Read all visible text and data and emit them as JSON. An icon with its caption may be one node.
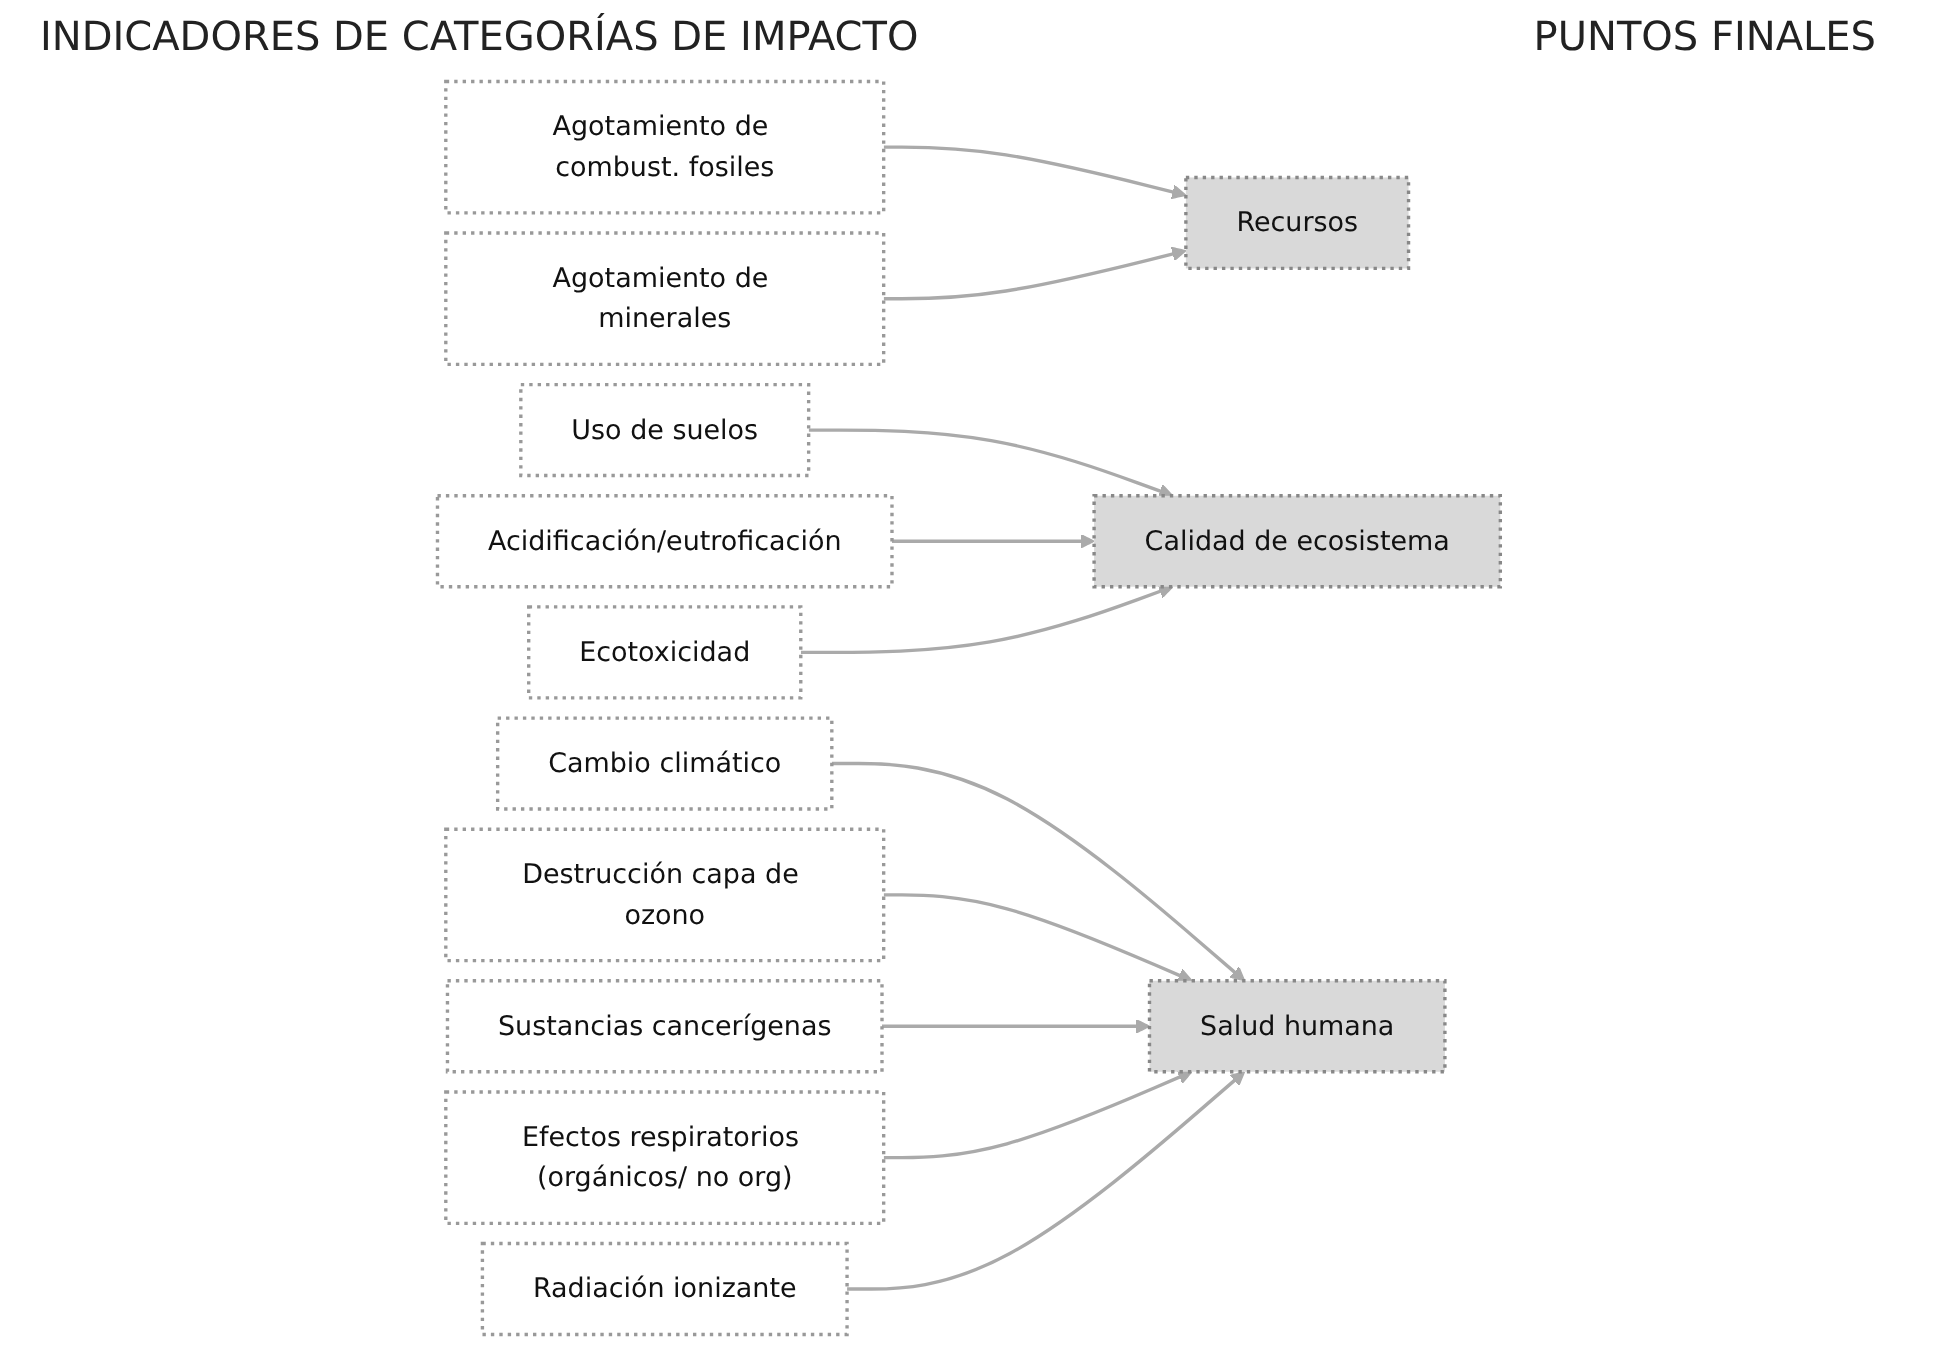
{
  "diagram": {
    "nodes": [
      {
        "text": [
          "Agotamiento de combust. fosiles"
        ]
      },
      {
        "text": [
          "Agotamiento de minerales"
        ]
      },
      {
        "text": [
          "Uso de suelos"
        ]
      },
      {
        "text": [
          "Acidificación/eutroficación"
        ]
      },
      {
        "text": [
          "Ecotoxicidad"
        ]
      },
      {
        "text": [
          "Cambio climático"
        ]
      },
      {
        "text": [
          "Destrucción capa de ozono"
        ]
      },
      {
        "text": [
          "Sustancias cancerígenas"
        ]
      },
      {
        "text": [
          "Efectos respiratorios (orgánicos/ no org)"
        ]
      },
      {
        "text": [
          "Radiación ionizante"
        ]
      },
      {
        "text": [
          "Recursos"
        ]
      },
      {
        "text": [
          "Calidad de ecosistema"
        ]
      },
      {
        "text": [
          "Salud humana"
        ]
      }
    ],
    "edges": [
      {
        "from": 0,
        "to": 10,
        "arrow": "to"
      },
      {
        "from": 1,
        "to": 10,
        "arrow": "to"
      },
      {
        "from": 2,
        "to": 11,
        "arrow": "to"
      },
      {
        "from": 3,
        "to": 11,
        "arrow": "to"
      },
      {
        "from": 4,
        "to": 11,
        "arrow": "to"
      },
      {
        "from": 5,
        "to": 12,
        "arrow": "to"
      },
      {
        "from": 6,
        "to": 12,
        "arrow": "to"
      },
      {
        "from": 7,
        "to": 12,
        "arrow": "to"
      },
      {
        "from": 8,
        "to": 12,
        "arrow": "to"
      },
      {
        "from": 9,
        "to": 12,
        "arrow": "to"
      }
    ],
    "labels": [
      "INDICADORES DE CATEGORÍAS DE IMPACTO",
      "PUNTOS FINALES"
    ]
  }
}
